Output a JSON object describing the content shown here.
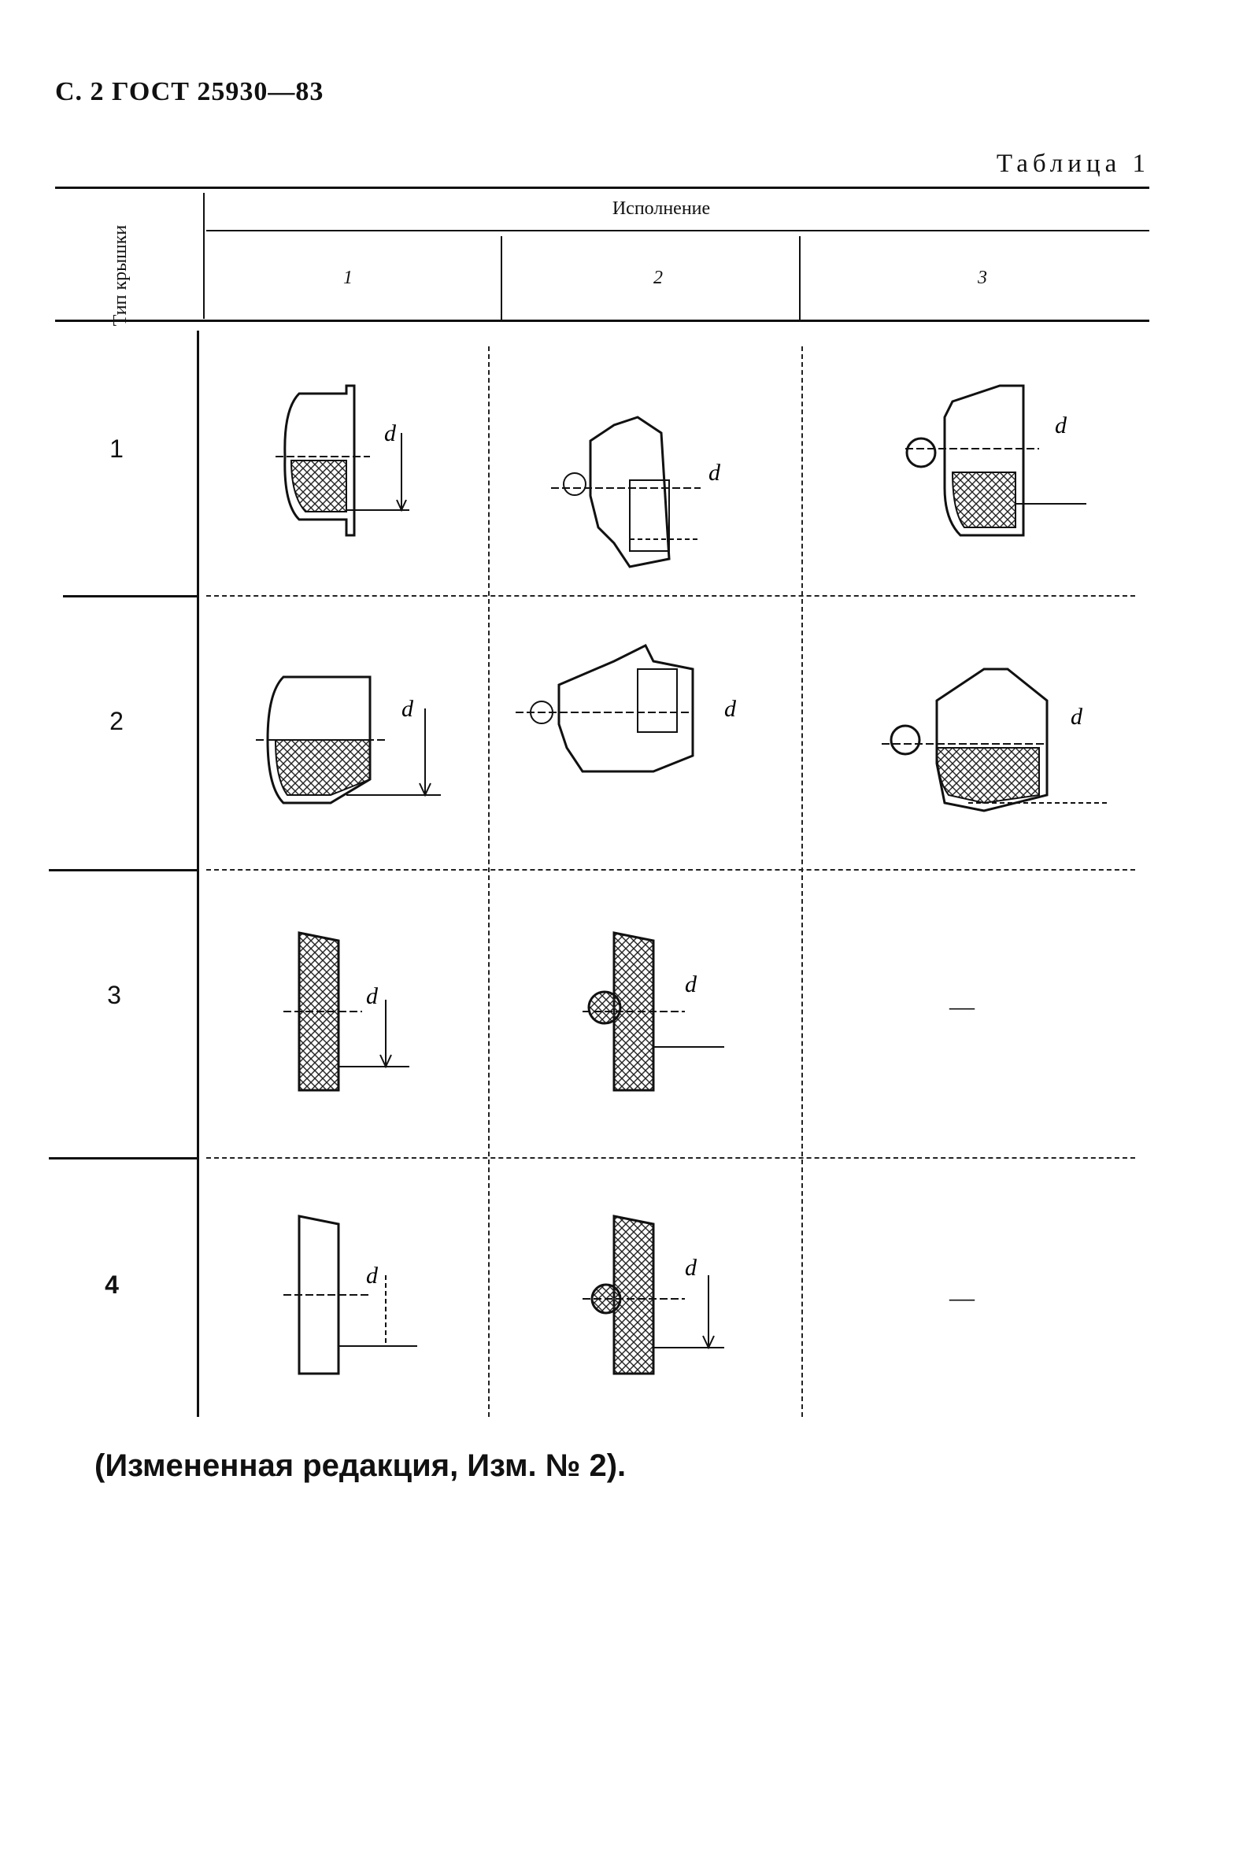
{
  "header": {
    "text": "С. 2 ГОСТ 25930—83"
  },
  "table_label": "Таблица 1",
  "table": {
    "row_header": "Тип крышки",
    "col_group_header": "Исполнение",
    "columns": [
      "1",
      "2",
      "3"
    ],
    "rows": [
      {
        "type": "1",
        "cells": [
          "drawing",
          "drawing",
          "drawing"
        ]
      },
      {
        "type": "2",
        "cells": [
          "drawing",
          "drawing",
          "drawing"
        ]
      },
      {
        "type": "3",
        "cells": [
          "drawing",
          "drawing",
          "—"
        ]
      },
      {
        "type": "4",
        "cells": [
          "drawing",
          "drawing",
          "—"
        ]
      }
    ],
    "dimension_label": "d"
  },
  "footnote": "(Измененная редакция, Изм. № 2)."
}
